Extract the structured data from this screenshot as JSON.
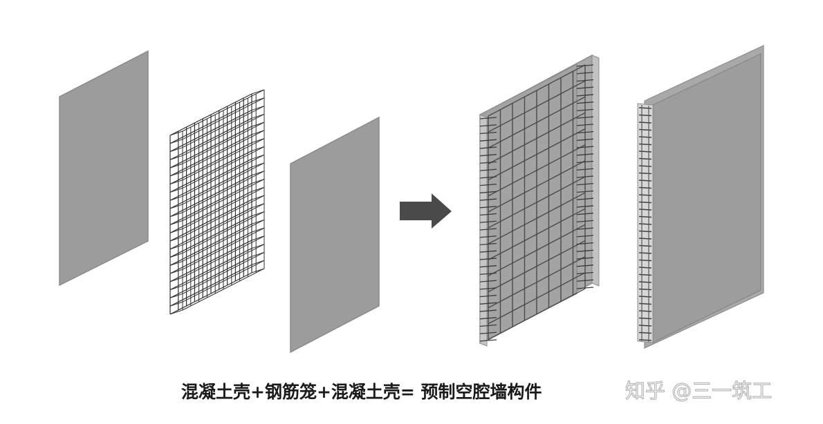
{
  "caption": "混凝土壳+钢筋笼+混凝土壳= 预制空腔墙构件",
  "watermark": "知乎 @三一筑工",
  "colors": {
    "panel_fill": "#9c9c9c",
    "panel_edge": "#8a8a8a",
    "panel_side": "#b8b8b8",
    "rebar": "#2f2f2f",
    "arrow": "#4a4a4a",
    "background": "#ffffff"
  },
  "items": [
    {
      "name": "concrete-shell-left"
    },
    {
      "name": "rebar-cage"
    },
    {
      "name": "concrete-shell-right"
    },
    {
      "name": "arrow-right-icon"
    },
    {
      "name": "assembled-wall-exploded"
    },
    {
      "name": "prefab-hollow-wall"
    }
  ]
}
